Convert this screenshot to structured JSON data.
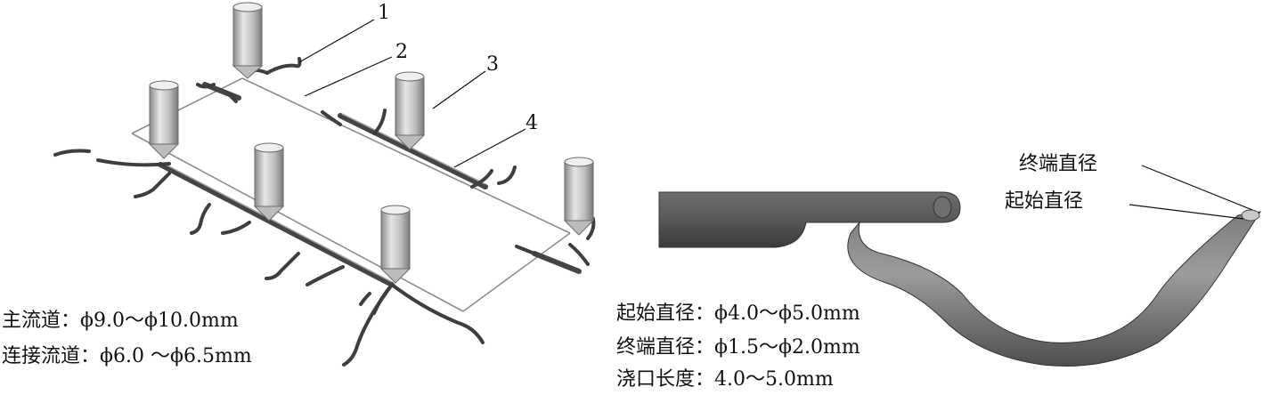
{
  "left_figure": {
    "callouts": [
      "1",
      "2",
      "3",
      "4"
    ],
    "specs": [
      "主流道：ϕ9.0～ϕ10.0mm",
      "连接流道：ϕ6.0 ～ϕ6.5mm"
    ]
  },
  "right_figure": {
    "labels": {
      "end_diameter": "终端直径",
      "start_diameter": "起始直径"
    },
    "specs": [
      "起始直径：ϕ4.0～ϕ5.0mm",
      "终端直径：ϕ1.5～ϕ2.0mm",
      "浇口长度：4.0～5.0mm"
    ]
  },
  "colors": {
    "part_light": "#d8d8d8",
    "part_mid": "#9a9a9a",
    "part_dark": "#4a4a4a",
    "leader": "#111111"
  }
}
